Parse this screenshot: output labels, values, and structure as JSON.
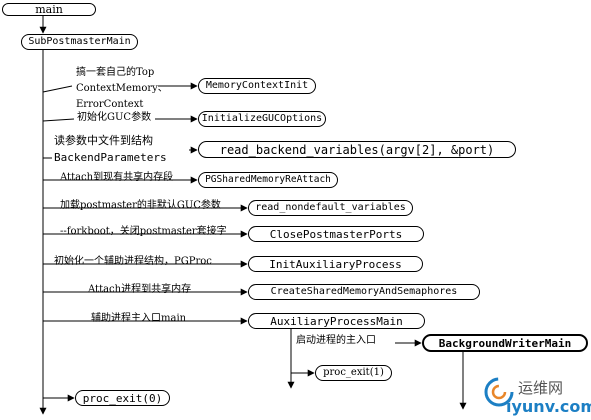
{
  "nodes": {
    "main": "main",
    "sub_postmaster_main": "SubPostmasterMain",
    "memory_context_init": "MemoryContextInit",
    "initialize_guc_options": "InitializeGUCOptions",
    "read_backend_variables": "read_backend_variables(argv[2], &port)",
    "pg_shared_memory_reattach": "PGSharedMemoryReAttach",
    "read_nondefault_variables": "read_nondefault_variables",
    "close_postmaster_ports": "ClosePostmasterPorts",
    "init_auxiliary_process": "InitAuxiliaryProcess",
    "create_shared_memory": "CreateSharedMemoryAndSemaphores",
    "auxiliary_process_main": "AuxiliaryProcessMain",
    "background_writer_main": "BackgroundWriterMain",
    "proc_exit_1": "proc_exit(1)",
    "proc_exit_0": "proc_exit(0)"
  },
  "labels": {
    "top_context_1": "搞一套自己的Top",
    "top_context_2": "ContextMemory、",
    "top_context_3": "ErrorContext",
    "init_guc": "初始化GUC参数",
    "read_params": "读参数中文件到结构",
    "backend_params": "BackendParameters",
    "attach_shmem": "Attach到现有共享内存段",
    "load_guc": "加载postmaster的非默认GUC参数",
    "forkboot": "--forkboot，关闭postmaster套接字",
    "init_aux": "初始化一个辅助进程结构，PGProc",
    "attach_aux": "Attach进程到共享内存",
    "aux_entry": "辅助进程主入口main",
    "start_entry": "启动进程的主入口"
  },
  "watermark": {
    "cn": "运维网",
    "en": "iyunv.com"
  }
}
